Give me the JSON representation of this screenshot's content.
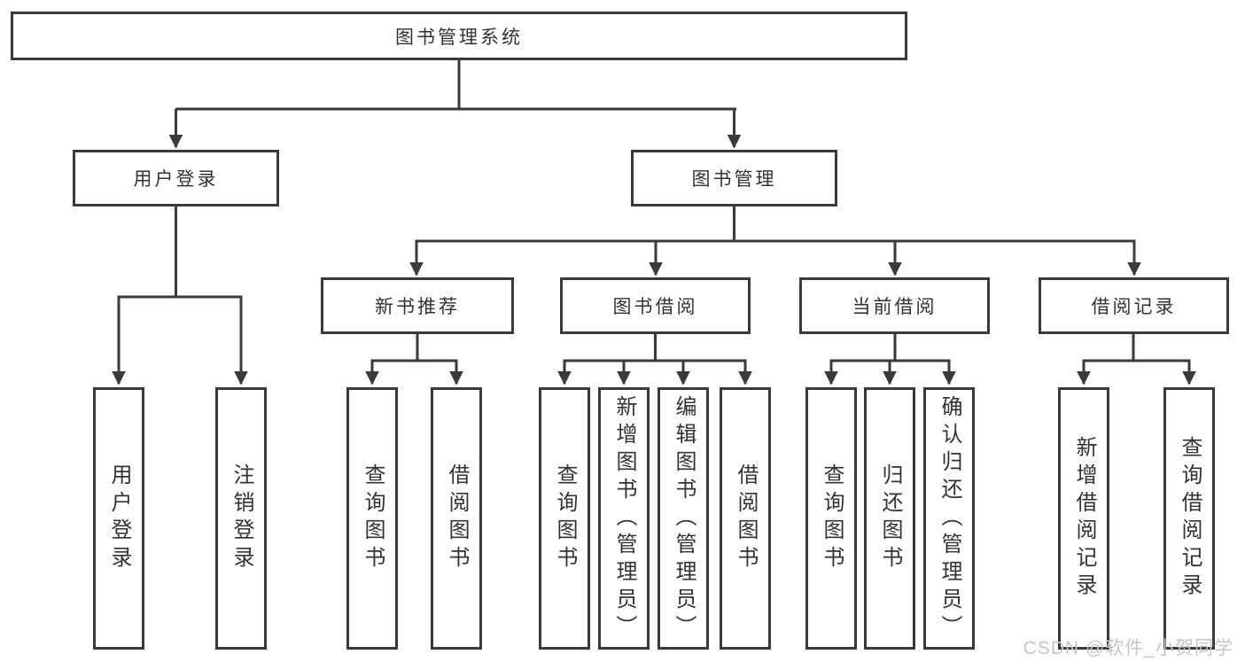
{
  "tree": {
    "label": "图书管理系统",
    "children": [
      {
        "label": "用户登录",
        "children": [
          {
            "label": "用户登录"
          },
          {
            "label": "注销登录"
          }
        ]
      },
      {
        "label": "图书管理",
        "children": [
          {
            "label": "新书推荐",
            "children": [
              {
                "label": "查询图书"
              },
              {
                "label": "借阅图书"
              }
            ]
          },
          {
            "label": "图书借阅",
            "children": [
              {
                "label": "查询图书"
              },
              {
                "label": "新增图书（管理员）"
              },
              {
                "label": "编辑图书（管理员）"
              },
              {
                "label": "借阅图书"
              }
            ]
          },
          {
            "label": "当前借阅",
            "children": [
              {
                "label": "查询图书"
              },
              {
                "label": "归还图书"
              },
              {
                "label": "确认归还（管理员）"
              }
            ]
          },
          {
            "label": "借阅记录",
            "children": [
              {
                "label": "新增借阅记录"
              },
              {
                "label": "查询借阅记录"
              }
            ]
          }
        ]
      }
    ]
  },
  "watermark": "CSDN @软件_小贺同学",
  "colors": {
    "line": "#3a3a3a",
    "text": "#333333",
    "watermark": "#c3c7cb",
    "background": "#ffffff"
  }
}
